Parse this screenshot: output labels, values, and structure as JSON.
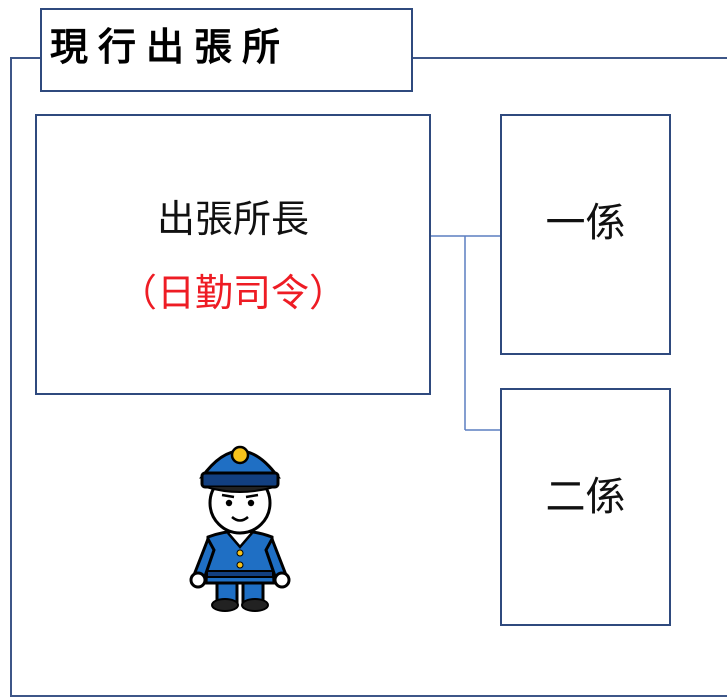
{
  "title": "現行出張所",
  "chief": {
    "title": "出張所長",
    "subtitle": "（日勤司令）"
  },
  "sections": [
    {
      "label": "一係"
    },
    {
      "label": "二係"
    }
  ],
  "colors": {
    "frame": "#2f4a7e",
    "connector": "#5b7fc0",
    "subtitle": "#ee1c24",
    "uniform": "#1f6fc4"
  },
  "icons": [
    "police-officer-icon"
  ]
}
